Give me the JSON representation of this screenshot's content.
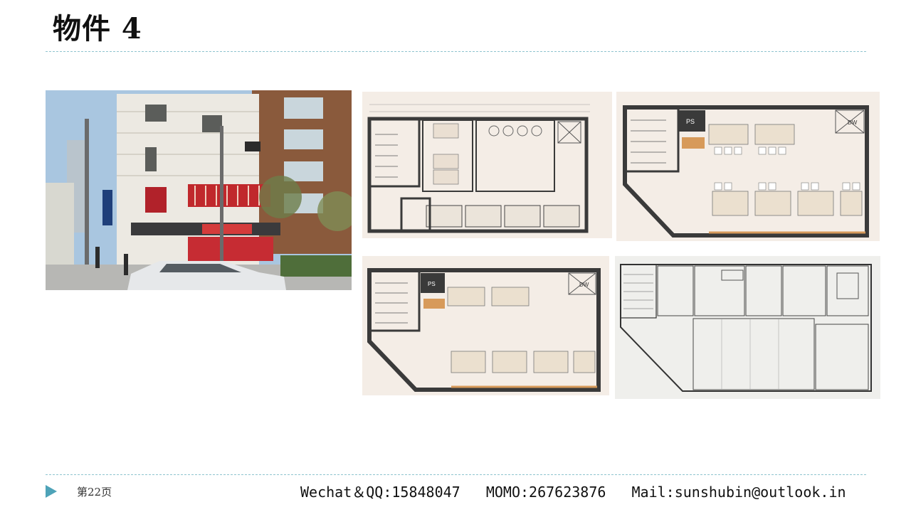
{
  "slide": {
    "title": "物件 4"
  },
  "images": {
    "building_photo": "building-exterior-photo",
    "plan_top_left": "floor-plan-restaurant-layout",
    "plan_top_right": "floor-plan-seating-layout",
    "plan_bottom_left": "floor-plan-seating-layout-variant",
    "plan_bottom_right": "floor-plan-architectural-drawing",
    "plan_labels": {
      "ps": "PS",
      "dw": "DW"
    }
  },
  "footer": {
    "page_number": "第22页",
    "contact": "Wechat＆QQ:15848047   MOMO:267623876   Mail:sunshubin@outlook.in"
  },
  "colors": {
    "accent": "#4ea3b8",
    "rule": "#8fc4cf",
    "plan_background": "#f4ede6",
    "plan_walls": "#3a3a3a"
  }
}
